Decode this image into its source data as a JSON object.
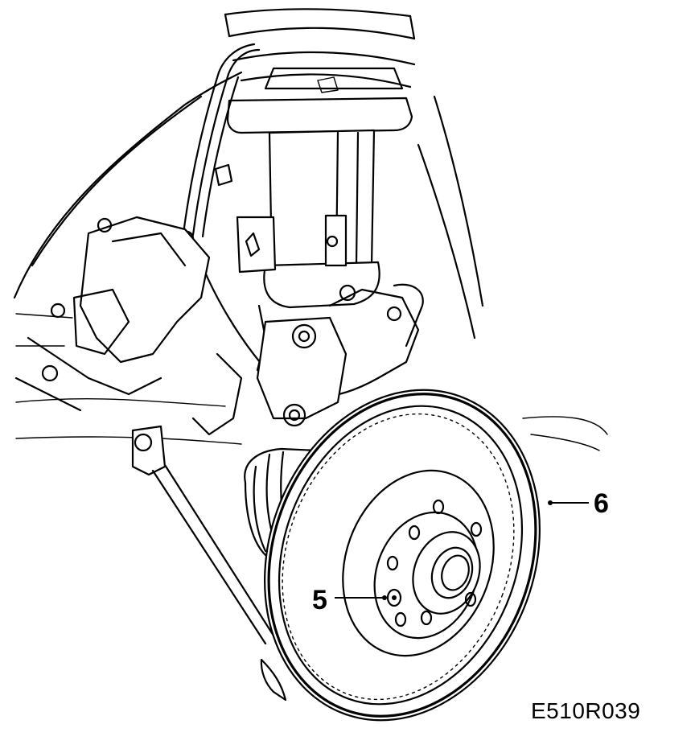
{
  "callouts": {
    "hub_bolt_label": "5",
    "brake_disc_label": "6"
  },
  "reference_code": "E510R039"
}
